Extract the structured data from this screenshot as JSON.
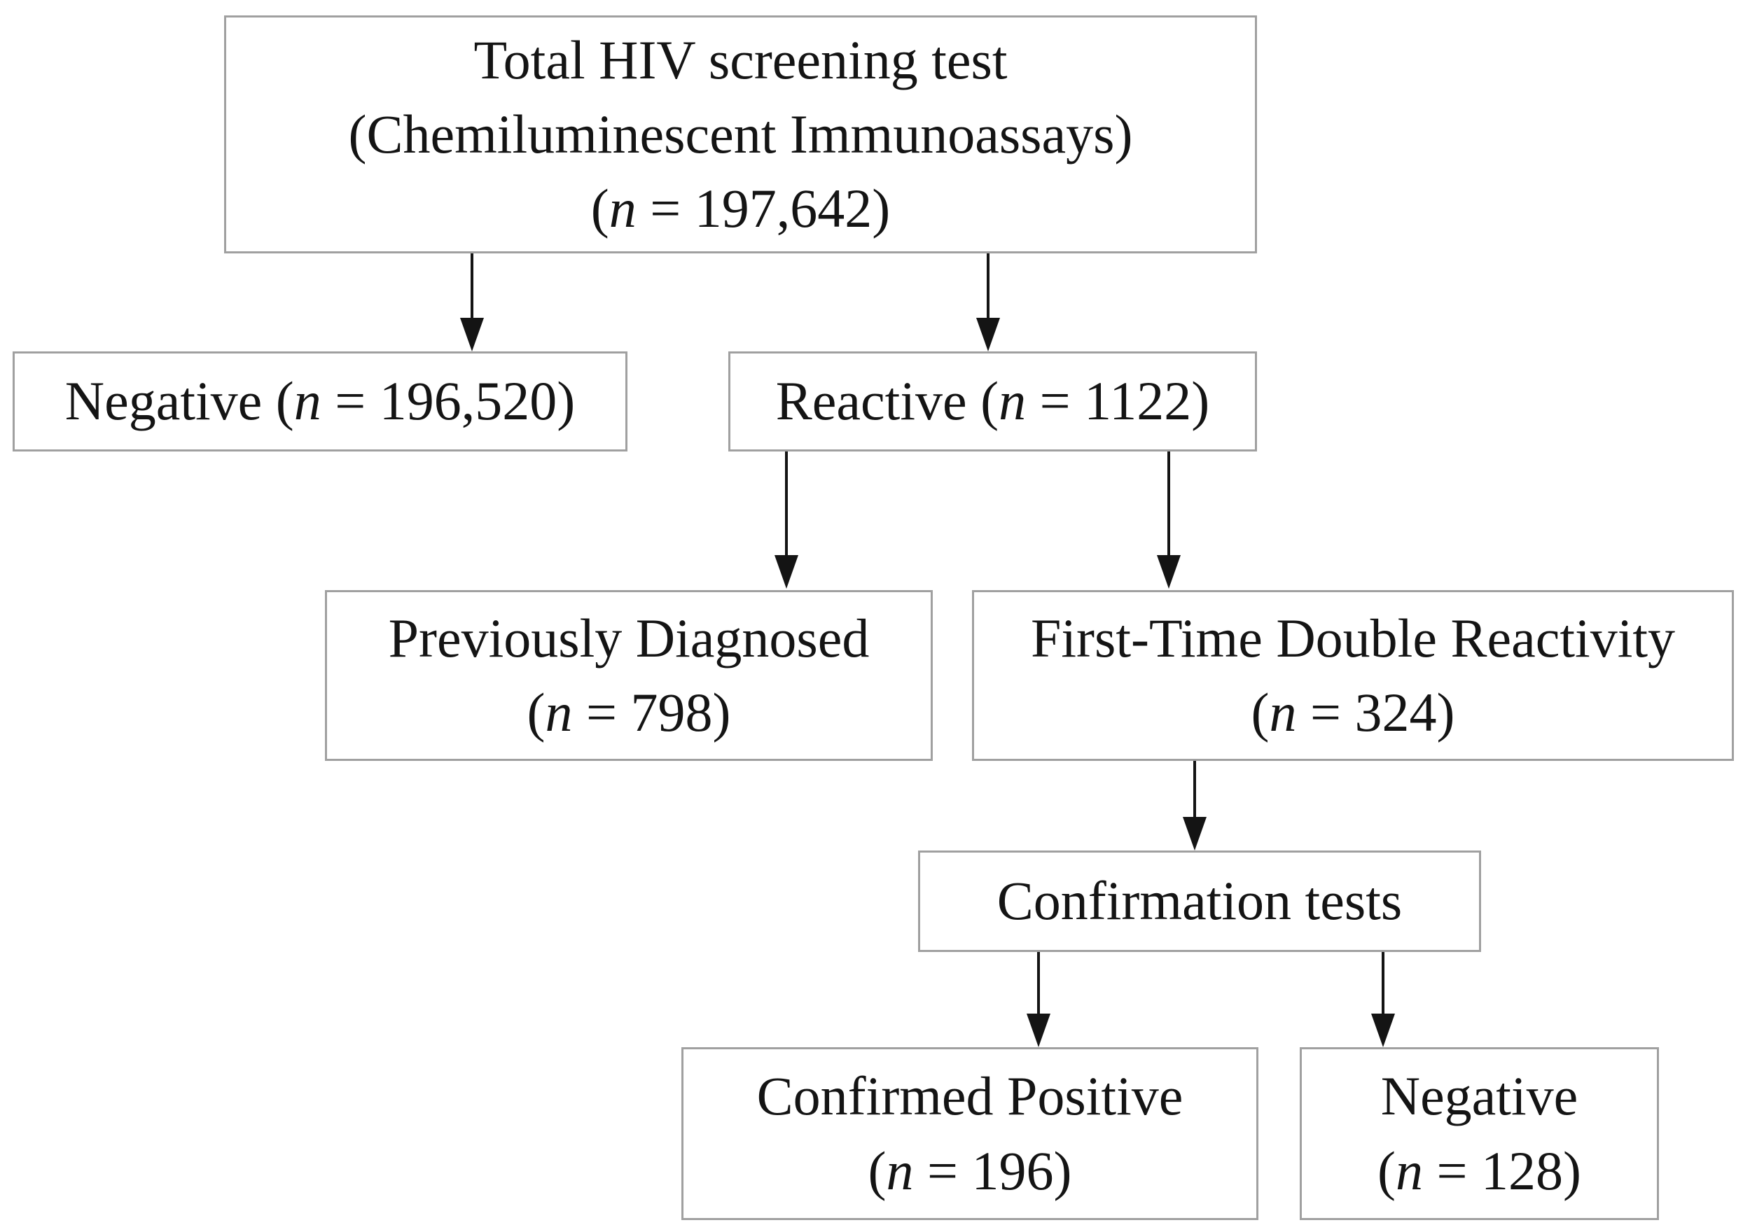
{
  "colors": {
    "background": "#ffffff",
    "box_border": "#a0a0a0",
    "text": "#141414",
    "arrow": "#141414"
  },
  "nodes": {
    "total": {
      "line1": "Total HIV screening test",
      "line2": "(Chemiluminescent Immunoassays)",
      "count_open": "(",
      "n_symbol": "n",
      "count_eq": " = ",
      "count_value": "197,642",
      "count_close": ")"
    },
    "negative_screen": {
      "label": "Negative",
      "count_open": " (",
      "n_symbol": "n",
      "count_eq": " = ",
      "count_value": "196,520",
      "count_close": ")"
    },
    "reactive": {
      "label": "Reactive",
      "count_open": " (",
      "n_symbol": "n",
      "count_eq": " = ",
      "count_value": "1122",
      "count_close": ")"
    },
    "prev_diag": {
      "line1": "Previously Diagnosed",
      "count_open": "(",
      "n_symbol": "n",
      "count_eq": " = ",
      "count_value": "798",
      "count_close": ")"
    },
    "first_time": {
      "line1": "First-Time Double Reactivity",
      "count_open": "(",
      "n_symbol": "n",
      "count_eq": " = ",
      "count_value": "324",
      "count_close": ")"
    },
    "confirmation": {
      "label": "Confirmation tests"
    },
    "confirmed_pos": {
      "line1": "Confirmed Positive",
      "count_open": "(",
      "n_symbol": "n",
      "count_eq": " = ",
      "count_value": "196",
      "count_close": ")"
    },
    "negative_confirm": {
      "line1": "Negative",
      "count_open": "(",
      "n_symbol": "n",
      "count_eq": " = ",
      "count_value": "128",
      "count_close": ")"
    }
  },
  "edges": [
    {
      "from": "total",
      "to": "negative_screen"
    },
    {
      "from": "total",
      "to": "reactive"
    },
    {
      "from": "reactive",
      "to": "prev_diag"
    },
    {
      "from": "reactive",
      "to": "first_time"
    },
    {
      "from": "first_time",
      "to": "confirmation"
    },
    {
      "from": "confirmation",
      "to": "confirmed_pos"
    },
    {
      "from": "confirmation",
      "to": "negative_confirm"
    }
  ]
}
